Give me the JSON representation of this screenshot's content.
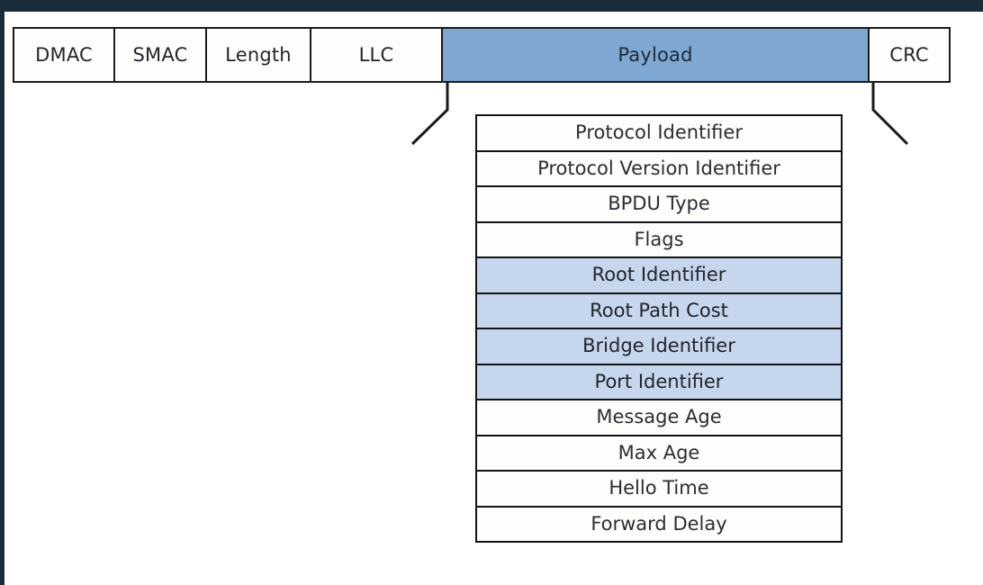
{
  "decoration": {
    "top_bar_color": "#1a2b3c",
    "left_rail_color": "#1a2b3c",
    "background_color": "#ffffff"
  },
  "colors": {
    "payload_fill": "#7ea7d2",
    "highlight_fill": "#c6d6ec",
    "box_stroke": "#111316",
    "text": "#2b2d31"
  },
  "ethernet_frame": {
    "name": "ethernet-frame-with-bpdu-payload",
    "fields": [
      {
        "label": "DMAC",
        "highlighted": false
      },
      {
        "label": "SMAC",
        "highlighted": false
      },
      {
        "label": "Length",
        "highlighted": false
      },
      {
        "label": "LLC",
        "highlighted": false
      },
      {
        "label": "Payload",
        "highlighted": true
      },
      {
        "label": "CRC",
        "highlighted": false
      }
    ]
  },
  "bpdu_detail": {
    "name": "bpdu-payload-field-breakdown",
    "expands_from": "Payload",
    "rows": [
      {
        "label": "Protocol Identifier",
        "highlighted": false
      },
      {
        "label": "Protocol Version Identifier",
        "highlighted": false
      },
      {
        "label": "BPDU Type",
        "highlighted": false
      },
      {
        "label": "Flags",
        "highlighted": false
      },
      {
        "label": "Root Identifier",
        "highlighted": true
      },
      {
        "label": "Root Path Cost",
        "highlighted": true
      },
      {
        "label": "Bridge Identifier",
        "highlighted": true
      },
      {
        "label": "Port Identifier",
        "highlighted": true
      },
      {
        "label": "Message Age",
        "highlighted": false
      },
      {
        "label": "Max Age",
        "highlighted": false
      },
      {
        "label": "Hello Time",
        "highlighted": false
      },
      {
        "label": "Forward Delay",
        "highlighted": false
      }
    ]
  }
}
